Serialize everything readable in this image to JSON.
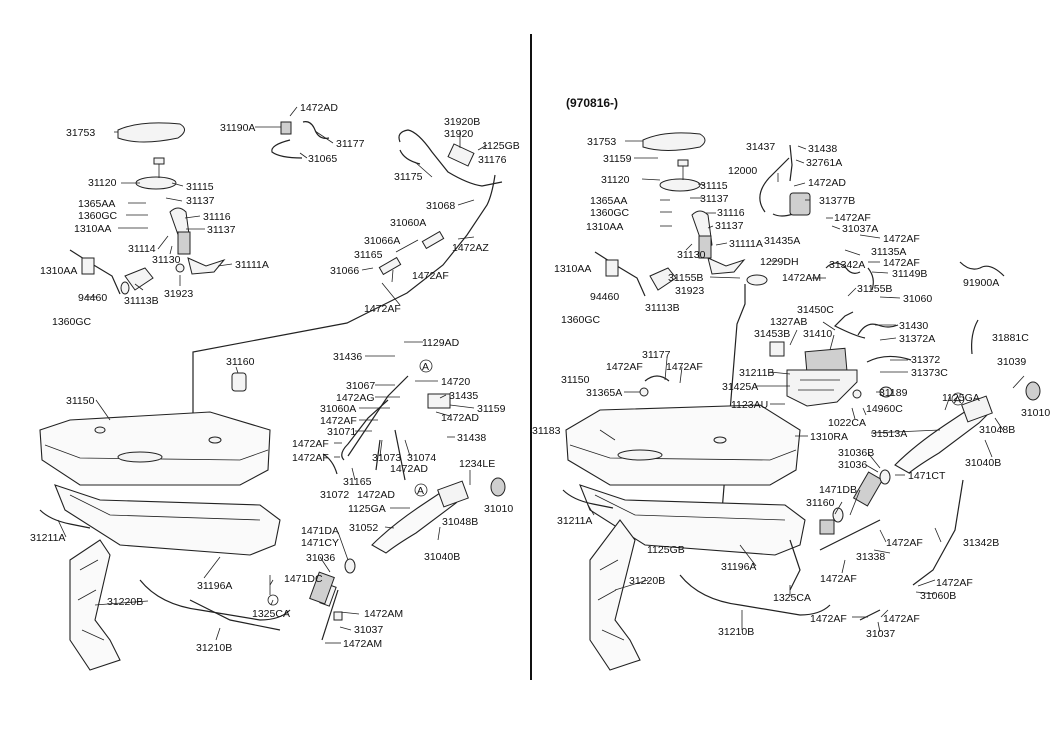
{
  "revision_note": "(970816-)",
  "circle_marker": "A",
  "left_labels": [
    "31753",
    "31190A",
    "1472AD",
    "31177",
    "31065",
    "31920B",
    "31920",
    "1125GB",
    "31176",
    "31175",
    "31120",
    "31115",
    "1365AA",
    "31137",
    "1360GC",
    "31116",
    "1310AA",
    "31137",
    "31114",
    "31130",
    "31111A",
    "1310AA",
    "94460",
    "31113B",
    "31923",
    "1360GC",
    "31068",
    "31060A",
    "1472AZ",
    "31066A",
    "31165",
    "1472AF",
    "31066",
    "1472AF",
    "1129AD",
    "31436",
    "31160",
    "31150",
    "31067",
    "14720",
    "1472AG",
    "31435",
    "31060A",
    "31159",
    "1472AF",
    "1472AD",
    "31071",
    "1472AF",
    "31438",
    "1472AF",
    "31073",
    "31074",
    "31165",
    "1472AD",
    "31072",
    "1472AD",
    "1234LE",
    "1125GA",
    "31010",
    "31048B",
    "31052",
    "31040B",
    "1471DA",
    "1471CY",
    "31036",
    "31211A",
    "31196A",
    "1471DC",
    "31220B",
    "1325CA",
    "1472AM",
    "31037",
    "31210B",
    "1472AM"
  ],
  "right_labels": [
    "31753",
    "31437",
    "31438",
    "31159",
    "32761A",
    "12000",
    "31120",
    "31115",
    "1472AD",
    "1365AA",
    "31137",
    "31377B",
    "1360GC",
    "31116",
    "1472AF",
    "1310AA",
    "31137",
    "31037A",
    "31435A",
    "1472AF",
    "31111A",
    "31135A",
    "31130",
    "1229DH",
    "31342A",
    "1472AF",
    "1310AA",
    "31149B",
    "91900A",
    "31155B",
    "1472AM",
    "31923",
    "94460",
    "31060",
    "31113B",
    "1327AB",
    "31450C",
    "31430",
    "1360GC",
    "31453B",
    "31410",
    "31881C",
    "31372A",
    "31177",
    "1472AF",
    "1472AF",
    "31372",
    "31211B",
    "31150",
    "31373C",
    "31039",
    "31365A",
    "31425A",
    "31189",
    "1125GA",
    "1123AU",
    "1022CA",
    "14960C",
    "31010",
    "31183",
    "31513A",
    "1310RA",
    "31048B",
    "31036B",
    "31036",
    "1471CT",
    "31040B",
    "1471DB",
    "31211A",
    "31160",
    "1472AF",
    "31342B",
    "1125GB",
    "31196A",
    "31338",
    "31220B",
    "1472AF",
    "1472AF",
    "1325CA",
    "31060B",
    "31210B",
    "1472AF",
    "1472AF",
    "31037"
  ]
}
